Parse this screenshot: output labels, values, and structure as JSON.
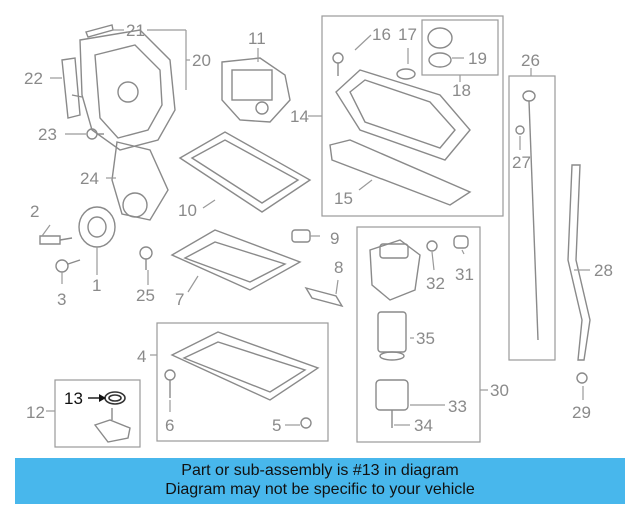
{
  "diagram": {
    "callouts": {
      "c1": "1",
      "c2": "2",
      "c3": "3",
      "c4": "4",
      "c5": "5",
      "c6": "6",
      "c7": "7",
      "c8": "8",
      "c9": "9",
      "c10": "10",
      "c11": "11",
      "c12": "12",
      "c13": "13",
      "c14": "14",
      "c15": "15",
      "c16": "16",
      "c17": "17",
      "c18": "18",
      "c19": "19",
      "c20": "20",
      "c21": "21",
      "c22": "22",
      "c23": "23",
      "c24": "24",
      "c25": "25",
      "c26": "26",
      "c27": "27",
      "c28": "28",
      "c29": "29",
      "c30": "30",
      "c31": "31",
      "c32": "32",
      "c33": "33",
      "c34": "34",
      "c35": "35"
    },
    "highlighted_part": "13",
    "colors": {
      "line": "#8a8a8a",
      "highlight": "#111111",
      "banner": "#48b7ec"
    }
  },
  "banner": {
    "line1": "Part or sub-assembly is #13 in diagram",
    "line2": "Diagram may not be specific to your vehicle"
  }
}
